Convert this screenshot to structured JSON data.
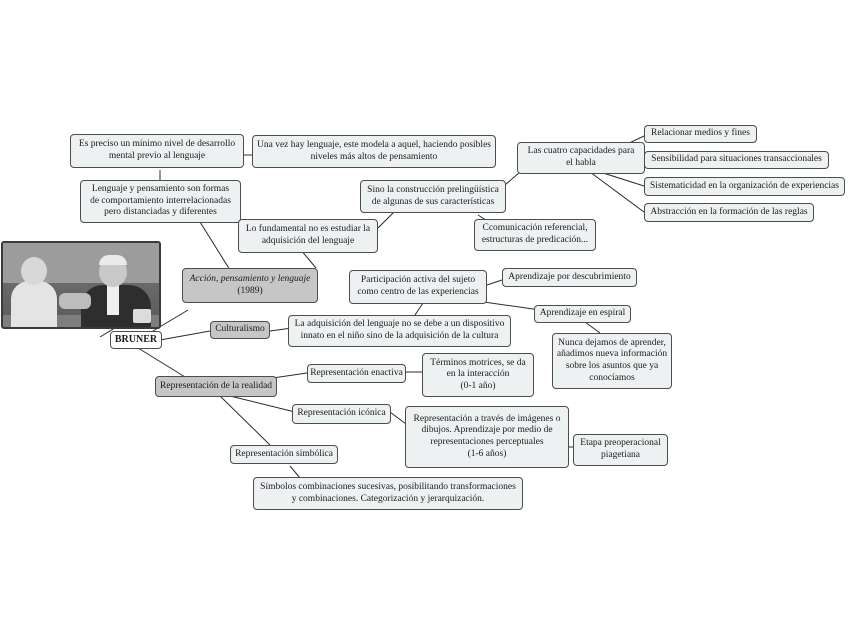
{
  "nodes": {
    "bruner": "BRUNER",
    "accion_title": "Acción, pensamiento y lenguaje",
    "accion_year": "(1989)",
    "culturalismo": "Culturalismo",
    "representacion_realidad": "Representación de la realidad",
    "minimo_nivel": [
      "Es preciso un mínimo nivel de desarrollo",
      "mental previo al lenguaje"
    ],
    "una_vez": [
      "Una vez hay lenguaje, este modela a aquel, haciendo posibles",
      "niveles más altos de pensamiento"
    ],
    "formas": [
      "Lenguaje y pensamiento son formas",
      "de comportamiento interrelacionadas",
      "pero distanciadas y diferentes"
    ],
    "fundamental": [
      "Lo fundamental no es estudiar la",
      "adquisición del lenguaje"
    ],
    "construccion": [
      "Sino la construcción prelingüística",
      "de algunas de sus características"
    ],
    "cuatro": [
      "Las cuatro capacidades para",
      "el habla"
    ],
    "ccomunicacion": [
      "Ccomunicación referencial,",
      "estructuras de predicación..."
    ],
    "relacionar": "Relacionar medios y fines",
    "sensibilidad": "Sensibilidad para situaciones transaccionales",
    "sistematicidad": "Sistematicidad en la organización de experiencias",
    "abstraccion": "Abstracción en la formación de las reglas",
    "participacion": [
      "Participación activa del sujeto",
      "como centro de las experiencias"
    ],
    "descubrimiento": "Aprendizaje por descubrimiento",
    "espiral": "Aprendizaje en espiral",
    "nunca": [
      "Nunca dejamos de aprender,",
      "añadimos nueva información",
      "sobre los asuntos que ya",
      "conocíamos"
    ],
    "adquisicion": [
      "La adquisición del lenguaje no se debe a un dispositivo",
      "innato en el niño sino de la adquisición de la cultura"
    ],
    "enactiva": "Representación enactiva",
    "terminos": [
      "Términos motrices, se da",
      "en la interacción",
      "(0-1 año)"
    ],
    "iconica": "Representación icónica",
    "imagenes": [
      "Representación a través de imágenes o",
      "dibujos. Aprendizaje por medio de",
      "representaciones perceptuales",
      "(1-6 años)"
    ],
    "preoperacional": [
      "Etapa preoperacional",
      "piagetiana"
    ],
    "simbolica": "Representación simbólica",
    "simbolos": [
      "Símbolos combinaciones sucesivas, posibilitando transformaciones",
      "y combinaciones. Categorización y jerarquización."
    ]
  }
}
